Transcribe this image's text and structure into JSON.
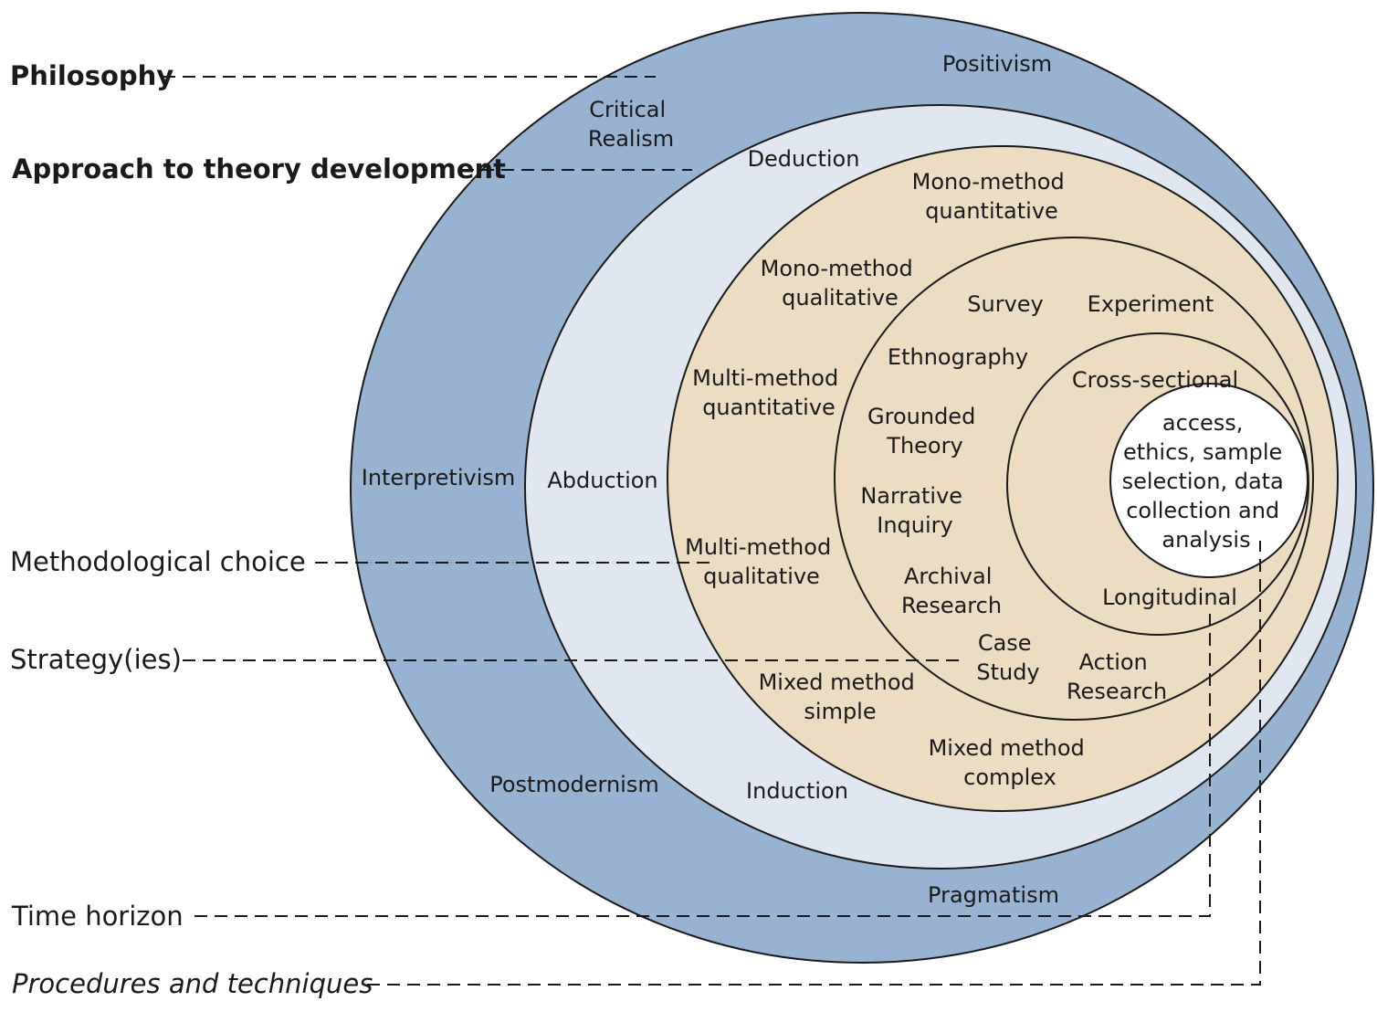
{
  "layer_labels": {
    "philosophy": "Philosophy",
    "approach": "Approach to theory development",
    "methodological_choice": "Methodological choice",
    "strategies": "Strategy(ies)",
    "time_horizon": "Time horizon",
    "procedures": "Procedures and techniques"
  },
  "philosophy": {
    "positivism": "Positivism",
    "critical_realism": [
      "Critical",
      "Realism"
    ],
    "interpretivism": "Interpretivism",
    "postmodernism": "Postmodernism",
    "pragmatism": "Pragmatism"
  },
  "approach": {
    "deduction": "Deduction",
    "abduction": "Abduction",
    "induction": "Induction"
  },
  "methodological_choice": {
    "mono_quant": [
      "Mono-method",
      "quantitative"
    ],
    "mono_qual": [
      "Mono-method",
      "qualitative"
    ],
    "multi_quant": [
      "Multi-method",
      "quantitative"
    ],
    "multi_qual": [
      "Multi-method",
      "qualitative"
    ],
    "mixed_simple": [
      "Mixed method",
      "simple"
    ],
    "mixed_complex": [
      "Mixed method",
      "complex"
    ]
  },
  "strategies": {
    "survey": "Survey",
    "experiment": "Experiment",
    "ethnography": "Ethnography",
    "grounded_theory": [
      "Grounded",
      "Theory"
    ],
    "narrative_inquiry": [
      "Narrative",
      "Inquiry"
    ],
    "archival_research": [
      "Archival",
      "Research"
    ],
    "case_study": [
      "Case",
      "Study"
    ],
    "action_research": [
      "Action",
      "Research"
    ]
  },
  "time_horizon": {
    "cross_sectional": "Cross-sectional",
    "longitudinal": "Longitudinal"
  },
  "procedures": {
    "core": [
      "access,",
      "ethics, sample",
      "selection, data",
      "collection and",
      "analysis"
    ]
  },
  "colors": {
    "philosophy_ring": "#97b3d1",
    "approach_ring": "#e0e7f0",
    "choice_ring": "#ecdcc2",
    "core": "#ffffff",
    "outline": "#1a1a1a"
  }
}
